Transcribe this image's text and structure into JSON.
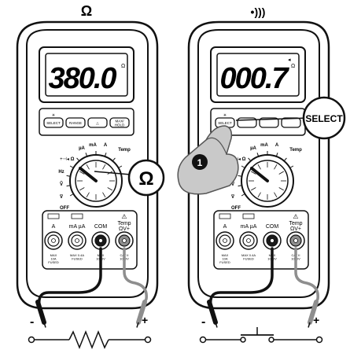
{
  "panels": [
    {
      "id": "left",
      "mode_symbol": "Ω",
      "lcd_value": "380.0",
      "lcd_unit": "Ω",
      "buttons": [
        "SELECT",
        "RANGE",
        "△",
        "MAX/\nHOLD"
      ],
      "callout_symbol": "Ω",
      "circuit": "resistor"
    },
    {
      "id": "right",
      "mode_symbol": "•)))",
      "lcd_value": "000.7",
      "lcd_unit": "Ω",
      "buttons": [
        "SELECT",
        "",
        "",
        ""
      ],
      "callout_label": "SELECT",
      "step_number": "1",
      "circuit": "switch"
    }
  ],
  "meter": {
    "dial_labels": {
      "hz": "Hz",
      "v_ac": "Ṽ",
      "v_dc": "V̄",
      "off": "OFF",
      "ua": "µA",
      "ma": "mA",
      "a": "A",
      "temp": "Temp",
      "ohm": "Ω"
    },
    "jacks": [
      {
        "top": "A",
        "sub": "MAX\n10A\nFUSED"
      },
      {
        "top": "mA µA",
        "sub": "MAX 0.4A\nFUSED"
      },
      {
        "top": "COM",
        "sub": "MAX\n1000V"
      },
      {
        "top": "Temp\nΩV+",
        "sub": "CAT II\n1000V"
      }
    ],
    "warning_symbol": "⚠"
  },
  "probes": {
    "negative": "-",
    "positive": "+"
  },
  "colors": {
    "ink": "#111111",
    "body": "#ffffff",
    "hand": "#c9c9c9",
    "jack_com": "#1a1a1a",
    "jack_v": "#8e8e8e"
  }
}
